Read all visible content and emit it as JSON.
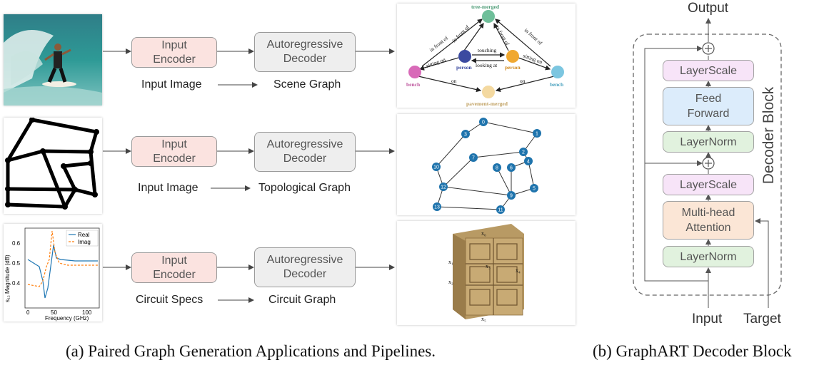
{
  "rows": [
    {
      "encoder": "Input\nEncoder",
      "decoder": "Autoregressive\nDecoder",
      "input_label": "Input Image",
      "output_label": "Scene Graph"
    },
    {
      "encoder": "Input\nEncoder",
      "decoder": "Autoregressive\nDecoder",
      "input_label": "Input Image",
      "output_label": "Topological Graph"
    },
    {
      "encoder": "Input\nEncoder",
      "decoder": "Autoregressive\nDecoder",
      "input_label": "Circuit Specs",
      "output_label": "Circuit Graph"
    }
  ],
  "scene_graph": {
    "nodes": [
      "tree-merged",
      "person",
      "person",
      "bench",
      "bench",
      "pavement-merged"
    ],
    "edges": [
      "in front of",
      "in front of",
      "in front of",
      "in front of",
      "sitting on",
      "sitting on",
      "touching",
      "looking at",
      "on",
      "on"
    ]
  },
  "topo_graph": {
    "nodes": [
      "0",
      "1",
      "2",
      "3",
      "4",
      "5",
      "6",
      "7",
      "8",
      "9",
      "10",
      "11",
      "12",
      "13"
    ]
  },
  "mini_chart": {
    "legend": [
      "Real",
      "Imag"
    ],
    "ylabel": "s₁₂ Magnitude (dB)",
    "xlabel": "Frequency (GHz)",
    "yticks": [
      "0.6",
      "0.5",
      "0.4"
    ],
    "xticks": [
      "0",
      "50",
      "100"
    ]
  },
  "circuit_labels": [
    "x₁",
    "x₂",
    "x₃",
    "x₄",
    "x₅",
    "x₆"
  ],
  "decoder_block": {
    "title": "Decoder Block",
    "output": "Output",
    "input": "Input",
    "target": "Target",
    "layerscale_top": "LayerScale",
    "feed_forward": "Feed\nForward",
    "layernorm_top": "LayerNorm",
    "layerscale_bottom": "LayerScale",
    "attention": "Multi-head\nAttention",
    "layernorm_bottom": "LayerNorm",
    "plus": "+"
  },
  "captions": {
    "a": "(a) Paired Graph Generation Applications and Pipelines.",
    "b": "(b) GraphART Decoder Block"
  },
  "colors": {
    "encoder": "#fbe3e0",
    "decoder": "#eeeeee",
    "layerscale": "#f7e4f8",
    "feedforward": "#dcecfb",
    "layernorm": "#e1f2de",
    "attention": "#fbe6d6",
    "topo_node": "#1f74ad",
    "real_line": "#1f77b4",
    "imag_line": "#ff7f0e"
  }
}
